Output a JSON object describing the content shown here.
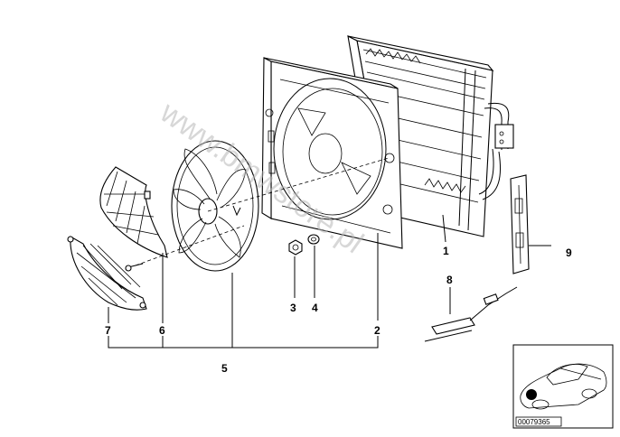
{
  "watermark": "www.bmwstore.pl",
  "callouts": {
    "c1": "1",
    "c2": "2",
    "c3": "3",
    "c4": "4",
    "c5": "5",
    "c6": "6",
    "c7": "7",
    "c8": "8",
    "c9": "9"
  },
  "reference_number": "00079365",
  "colors": {
    "line": "#000000",
    "watermark": "#b8b8b8",
    "background": "#ffffff"
  }
}
